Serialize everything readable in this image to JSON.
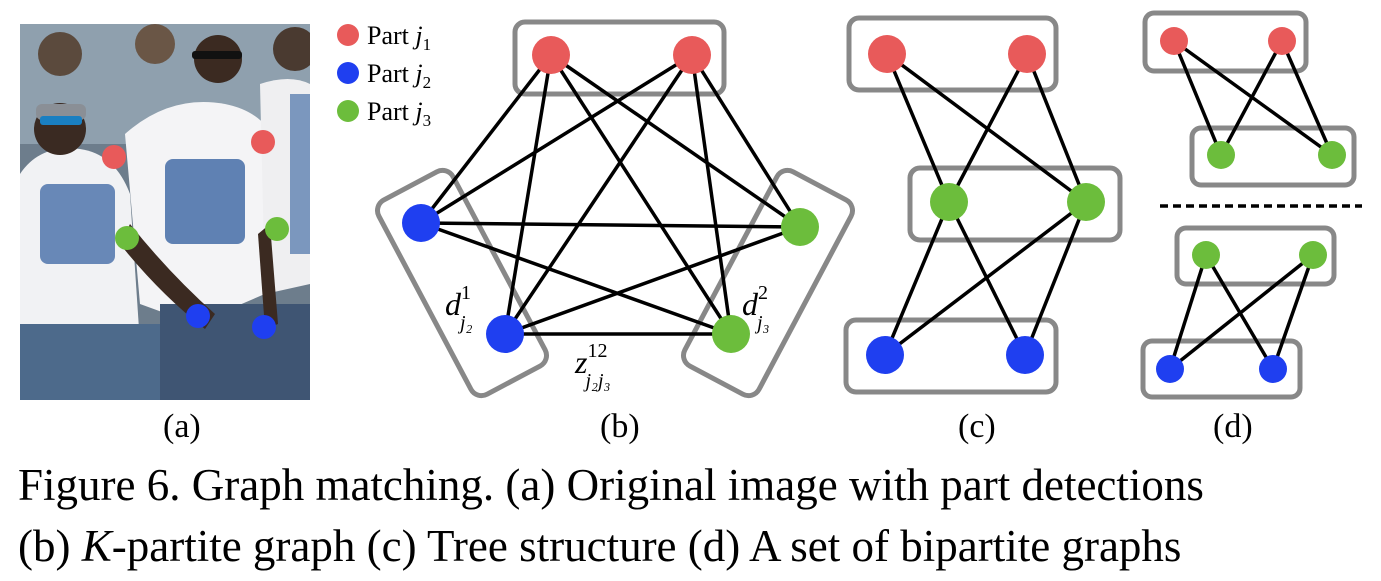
{
  "colors": {
    "part_j1": "#e85a5a",
    "part_j2": "#1f3ff0",
    "part_j3": "#6cbd3c",
    "group_box": "#888888",
    "edge": "#000000"
  },
  "legend": [
    {
      "prefix": "Part ",
      "var": "j",
      "sub": "1",
      "color_key": "part_j1"
    },
    {
      "prefix": "Part ",
      "var": "j",
      "sub": "2",
      "color_key": "part_j2"
    },
    {
      "prefix": "Part ",
      "var": "j",
      "sub": "3",
      "color_key": "part_j3"
    }
  ],
  "panels": {
    "a": {
      "label": "(a)"
    },
    "b": {
      "label": "(b)",
      "d1": {
        "var": "d",
        "sup": "1",
        "sub": "j₂"
      },
      "d2": {
        "var": "d",
        "sup": "2",
        "sub": "j₃"
      },
      "z": {
        "var": "z",
        "sup": "12",
        "sub": "j₂j₃"
      }
    },
    "c": {
      "label": "(c)"
    },
    "d": {
      "label": "(d)"
    }
  },
  "caption": {
    "line1": "Figure 6. Graph matching. (a) Original image with part detections",
    "line2_a": "(b) ",
    "line2_k": "K",
    "line2_b": "-partite graph (c) Tree structure (d) A set of bipartite graphs"
  }
}
